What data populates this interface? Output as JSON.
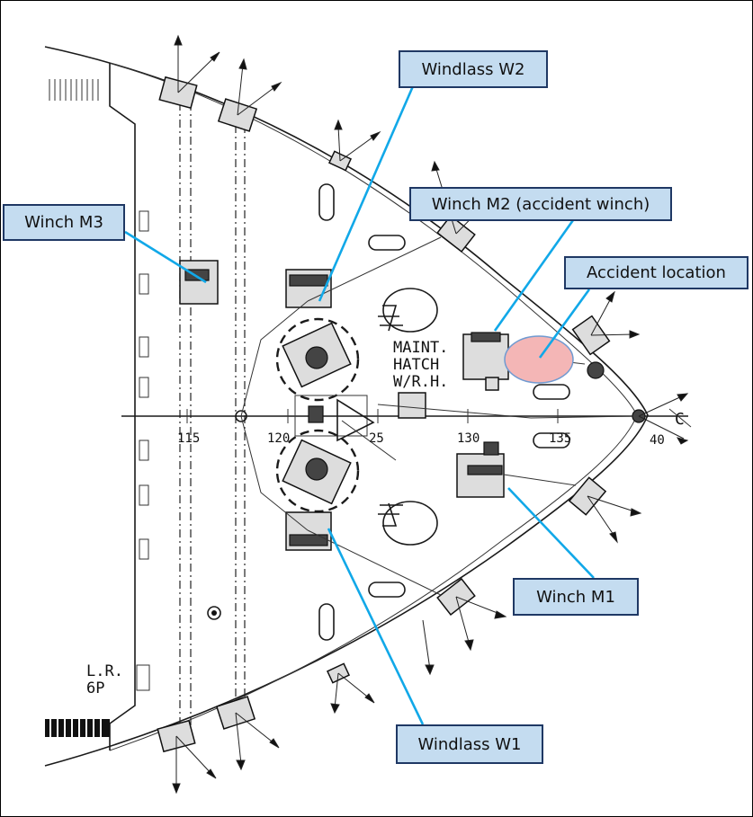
{
  "labels": {
    "windlass_w2": "Windlass W2",
    "winch_m3": "Winch M3",
    "winch_m2": "Winch M2 (accident winch)",
    "accident_location": "Accident location",
    "winch_m1": "Winch M1",
    "windlass_w1": "Windlass W1"
  },
  "drawing_text": {
    "maint": "MAINT.",
    "hatch": "HATCH",
    "wrh": "W/R.H.",
    "lr": "L.R.",
    "sixp": "6P",
    "frame_115": "115",
    "frame_120": "120",
    "frame_125": "25",
    "frame_130": "130",
    "frame_135": "135",
    "frame_140": "40",
    "centerline": "C"
  },
  "colors": {
    "label_fill": "#c4dcf0",
    "label_border": "#1f3864",
    "callout_line": "#11A8E8",
    "accident_marker": "#f4b6b6"
  }
}
